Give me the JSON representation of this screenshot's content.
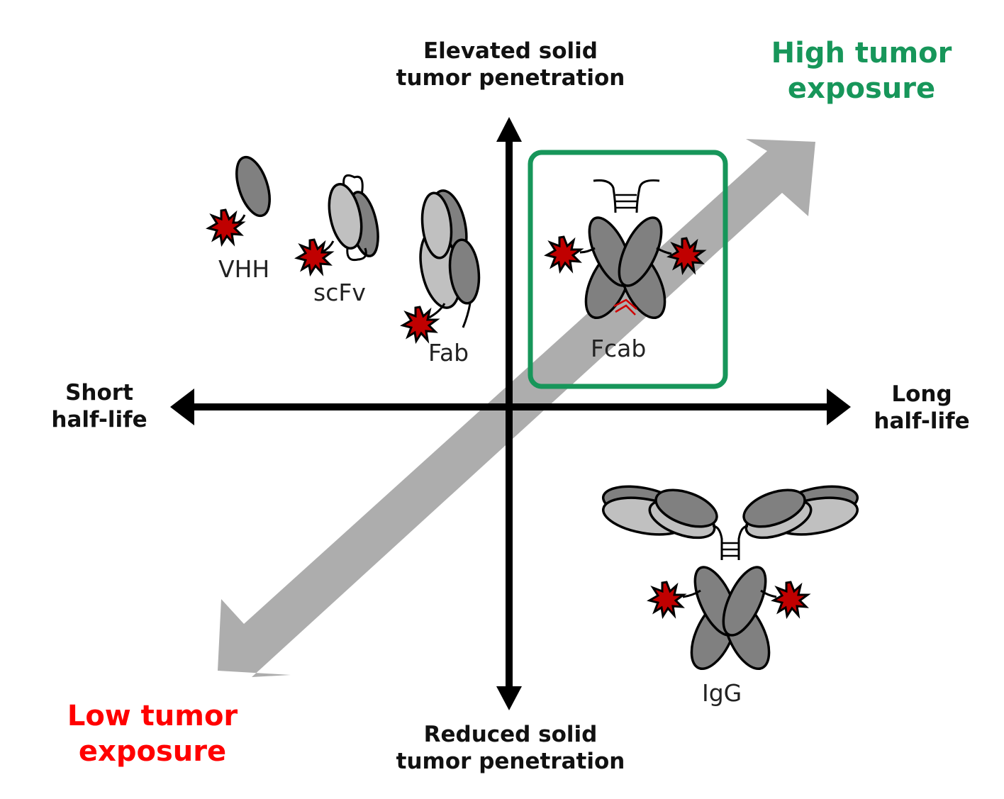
{
  "diagram": {
    "title": "Antibody format quadrant: half-life vs solid tumor penetration",
    "axes": {
      "top": "Elevated solid\ntumor penetration",
      "bottom": "Reduced solid\ntumor penetration",
      "left": "Short\nhalf-life",
      "right": "Long\nhalf-life"
    },
    "exposure": {
      "high": "High tumor\nexposure",
      "low": "Low tumor\nexposure"
    },
    "molecules": [
      {
        "name": "VHH"
      },
      {
        "name": "scFv"
      },
      {
        "name": "Fab"
      },
      {
        "name": "Fcab",
        "highlighted": true
      },
      {
        "name": "IgG"
      }
    ],
    "colors": {
      "high_exposure": "#17965a",
      "low_exposure": "#ff0000",
      "highlight_box": "#17965a",
      "exposure_arrow": "#adadad",
      "domain_dark": "#808080",
      "domain_light": "#c0c0c0",
      "payload": "#c00000",
      "axis": "#000000"
    }
  }
}
